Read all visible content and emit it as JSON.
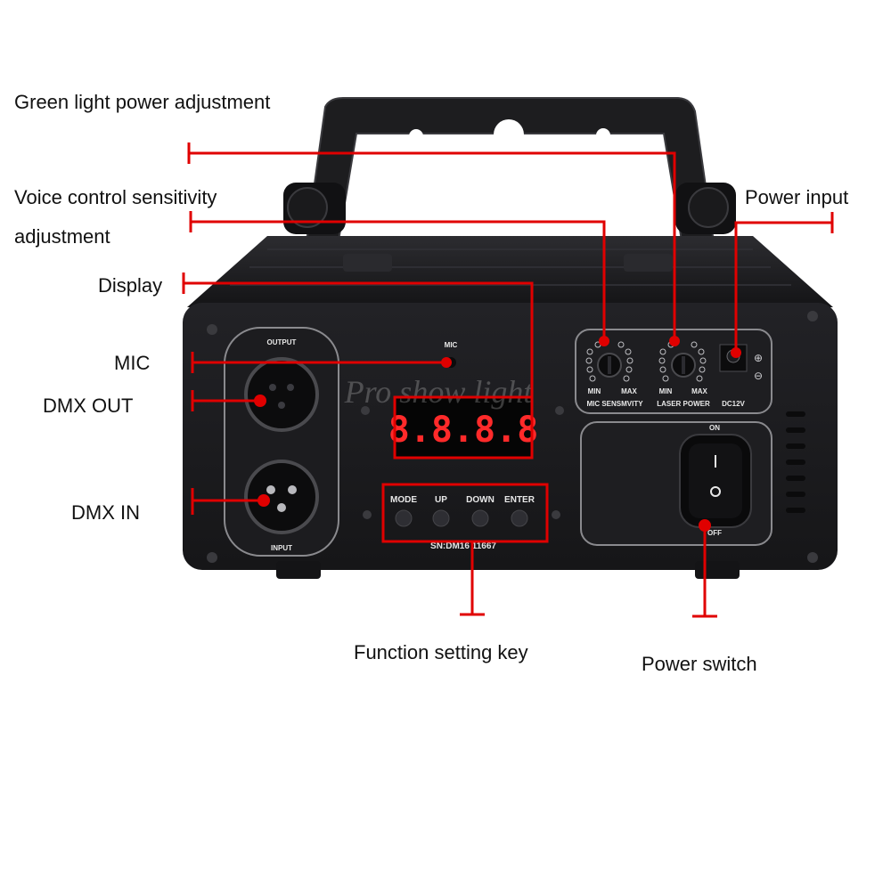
{
  "callouts": {
    "green_power": "Green light power adjustment",
    "voice_line1": "Voice control sensitivity",
    "voice_line2": "adjustment",
    "display": "Display",
    "mic": "MIC",
    "dmx_out": "DMX OUT",
    "dmx_in": "DMX IN",
    "power_input": "Power input",
    "function_key": "Function setting key",
    "power_switch": "Power switch"
  },
  "device": {
    "output_label": "OUTPUT",
    "input_label": "INPUT",
    "mic_label": "MIC",
    "display_value": "8.8.8.8",
    "buttons": [
      "MODE",
      "UP",
      "DOWN",
      "ENTER"
    ],
    "serial": "SN:DM16   11667",
    "knob1_min": "MIN",
    "knob1_max": "MAX",
    "knob1_caption": "MIC SENSMVITY",
    "knob2_min": "MIN",
    "knob2_max": "MAX",
    "knob2_caption": "LASER POWER",
    "dc_label": "DC12V",
    "switch_on": "ON",
    "switch_off": "OFF",
    "watermark": "Pro show light"
  },
  "colors": {
    "accent": "#e00000",
    "body": "#1b1b1d",
    "panel": "#232326",
    "display_digits": "#ff2a2a"
  }
}
